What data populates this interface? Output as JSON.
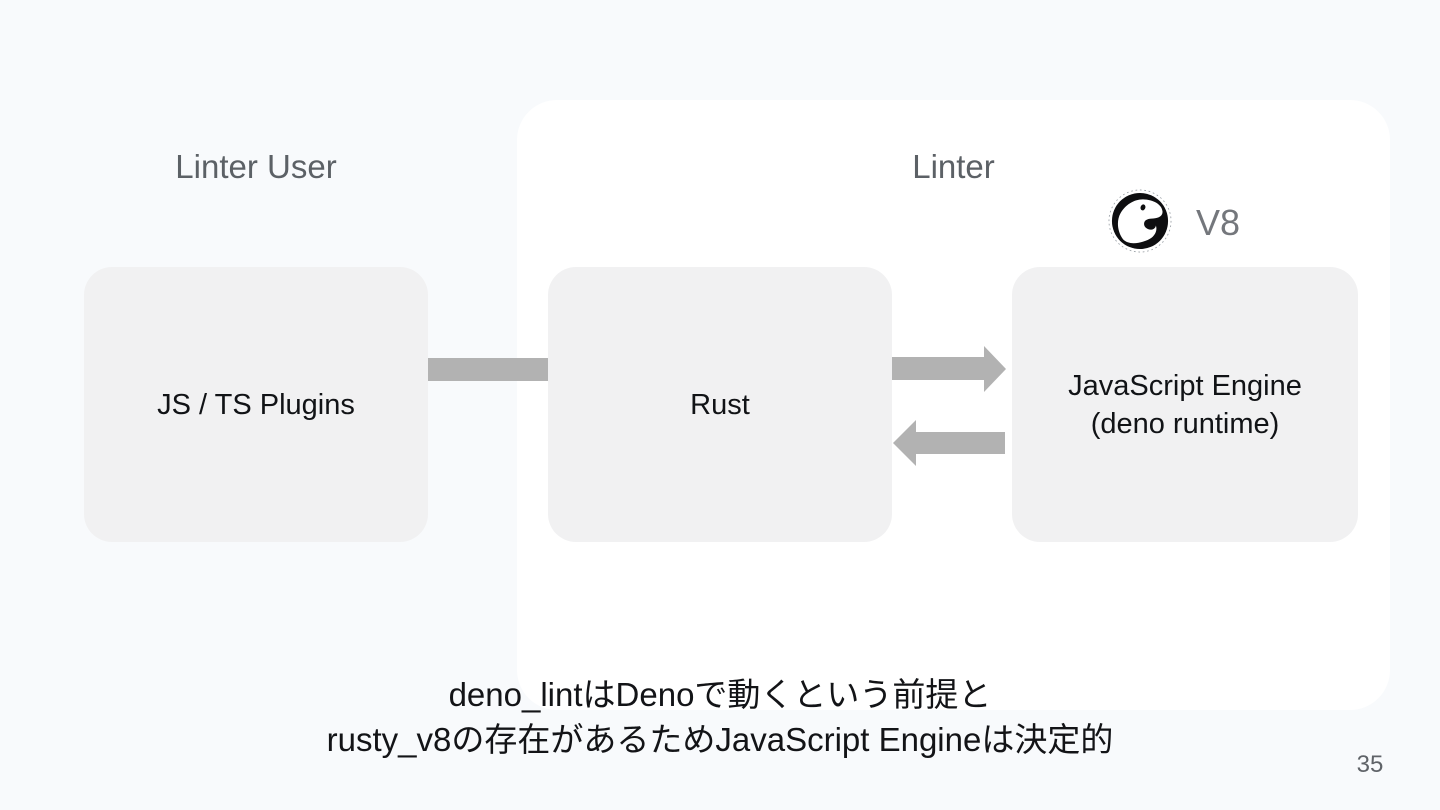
{
  "slide": {
    "page_number": "35",
    "caption": {
      "line1": "deno_lintはDenoで動くという前提と",
      "line2": "rusty_v8の存在があるためJavaScript Engineは決定的"
    }
  },
  "sections": {
    "left_heading": "Linter User",
    "right_heading": "Linter"
  },
  "boxes": [
    {
      "id": "plugins",
      "label": "JS / TS Plugins"
    },
    {
      "id": "rust",
      "label": "Rust"
    },
    {
      "id": "engine",
      "label_line1": "JavaScript Engine",
      "label_line2": "(deno runtime)"
    }
  ],
  "engine_badge": {
    "icon": "deno-logo-icon",
    "label": "V8"
  },
  "connections": [
    {
      "from": "plugins",
      "to": "rust",
      "style": "plain-bar"
    },
    {
      "from": "rust",
      "to": "engine",
      "style": "arrow-right"
    },
    {
      "from": "engine",
      "to": "rust",
      "style": "arrow-left"
    }
  ],
  "colors": {
    "page_background": "#f8fafc",
    "panel_background": "#ffffff",
    "box_fill": "#f1f1f2",
    "arrow_gray": "#b2b2b2",
    "heading_gray": "#5c6166",
    "v8_gray": "#74777c",
    "text_black": "#131417",
    "logo_black": "#0e0e10"
  }
}
